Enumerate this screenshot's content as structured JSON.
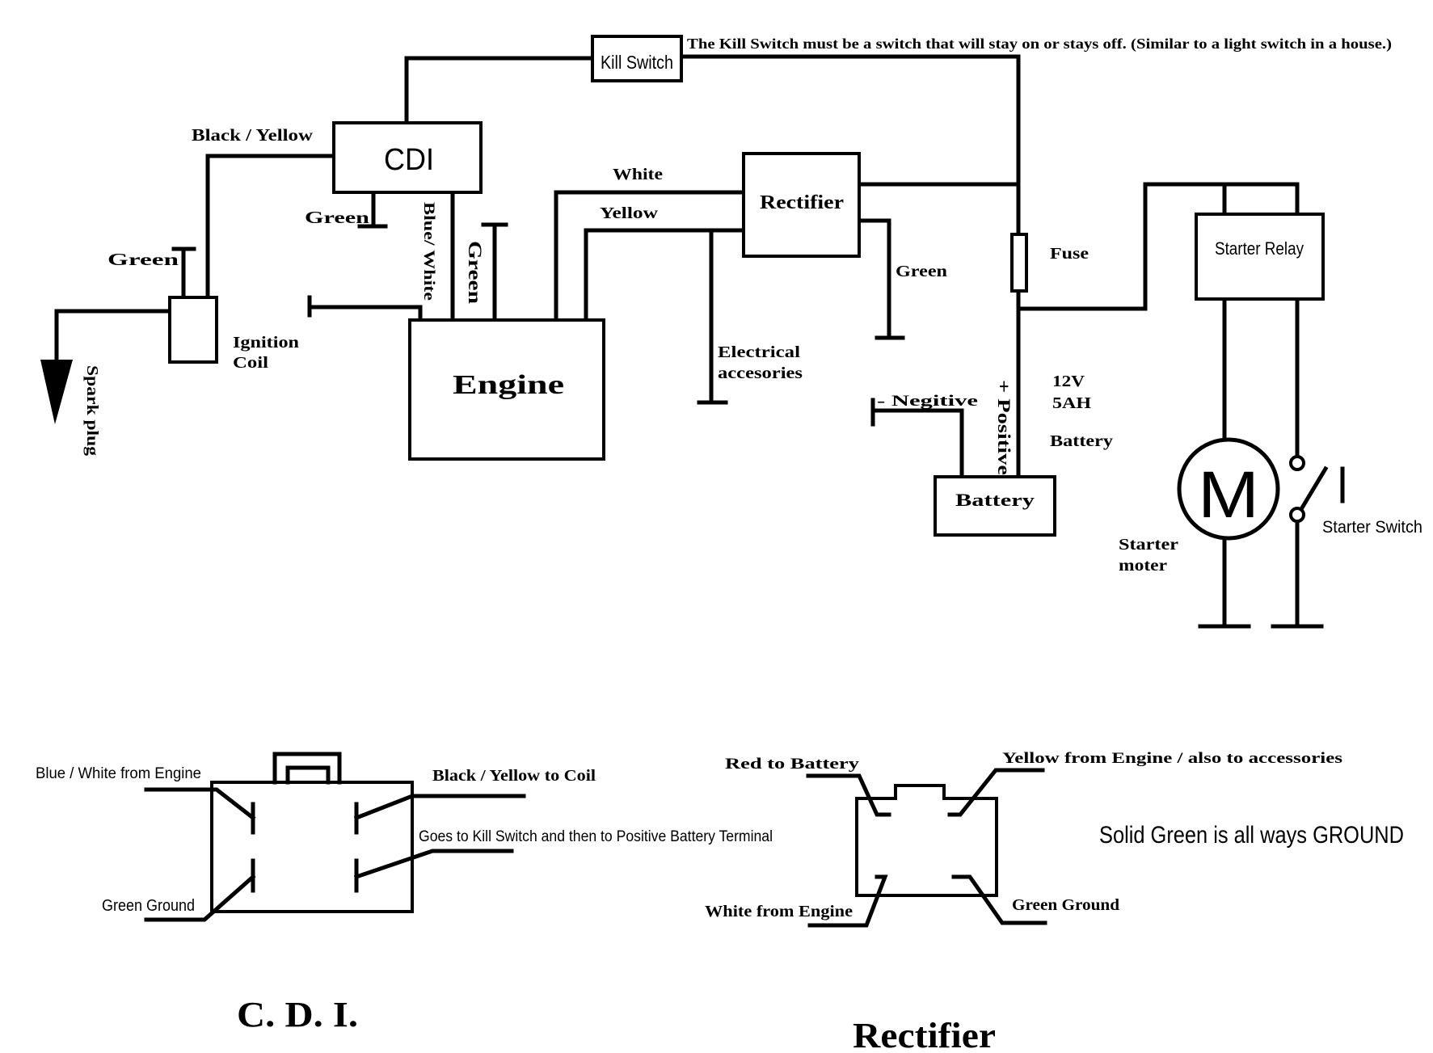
{
  "main": {
    "kill_switch": "Kill Switch",
    "kill_switch_note": "The Kill Switch must be a switch that will stay on or stays off.  (Similar to a light switch in a house.)",
    "cdi": "CDI",
    "black_yellow": "Black / Yellow",
    "green_cdi": "Green",
    "green_coil": "Green",
    "blue_white": "Blue/ White",
    "green_engine": "Green",
    "ignition_coil_1": "Ignition",
    "ignition_coil_2": "Coil",
    "spark_plug": "Spark plug",
    "engine": "Engine",
    "white": "White",
    "yellow": "Yellow",
    "rectifier": "Rectifier",
    "green_rectifier": "Green",
    "electrical_1": "Electrical",
    "electrical_2": "accesories",
    "fuse": "Fuse",
    "negative": "- Negitive",
    "positive": "+ Positive",
    "battery_rating_1": "12V",
    "battery_rating_2": "5AH",
    "battery_label": "Battery",
    "battery_box": "Battery",
    "starter_relay": "Starter Relay",
    "motor_symbol": "M",
    "starter_motor_1": "Starter",
    "starter_motor_2": "moter",
    "starter_switch": "Starter Switch"
  },
  "cdi_detail": {
    "blue_white_from_engine": "Blue / White from Engine",
    "black_yellow_to_coil": "Black / Yellow to Coil",
    "goes_to_kill_switch": "Goes to Kill Switch and then to Positive Battery Terminal",
    "green_ground": "Green Ground",
    "title": "C. D. I."
  },
  "rectifier_detail": {
    "red_to_battery": "Red to Battery",
    "yellow_from_engine": "Yellow from Engine / also to accessories",
    "white_from_engine": "White from Engine",
    "green_ground": "Green Ground",
    "title": "Rectifier"
  },
  "note": {
    "ground_note": "Solid Green is all ways GROUND"
  }
}
